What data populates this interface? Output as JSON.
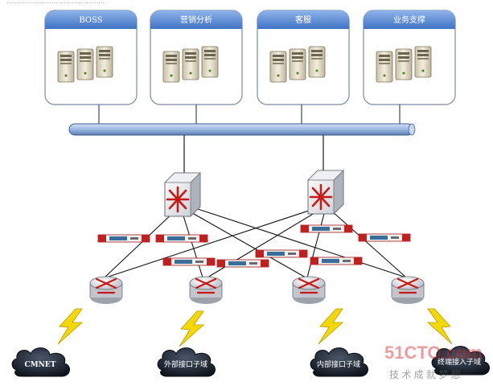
{
  "header_fragment": "................................................",
  "server_groups": [
    {
      "id": "boss",
      "label": "BOSS"
    },
    {
      "id": "marketing",
      "label": "营销分析"
    },
    {
      "id": "service",
      "label": "客服"
    },
    {
      "id": "support",
      "label": "业务支撑"
    }
  ],
  "clouds": [
    {
      "id": "cmnet",
      "label": "CMNET"
    },
    {
      "id": "external",
      "label": "外部接口子域"
    },
    {
      "id": "internal",
      "label": "内部接口子域"
    },
    {
      "id": "terminal",
      "label": "终端接入子域"
    }
  ],
  "watermark": {
    "brand": "51CTO.com",
    "tagline": "技 术 成 就 梦 想"
  },
  "colors": {
    "header_blue": "#5d8ed8",
    "bus_blue": "#9ab7e0",
    "switch_red": "#c81818",
    "firewall_red": "#c02020",
    "lightning_yellow": "#f4d800",
    "cloud_dark": "#1a2230",
    "watermark_red": "#d02020"
  }
}
